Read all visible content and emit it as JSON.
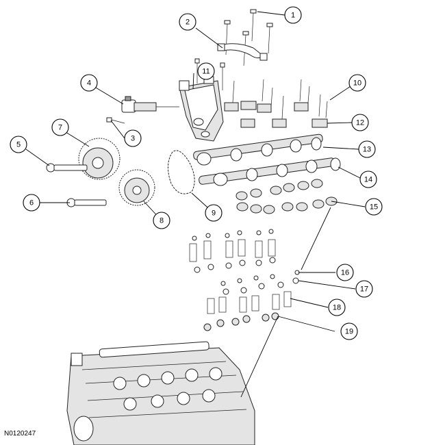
{
  "figure_id": "N0120247",
  "callouts": [
    {
      "number": "1"
    },
    {
      "number": "2"
    },
    {
      "number": "3"
    },
    {
      "number": "4"
    },
    {
      "number": "5"
    },
    {
      "number": "6"
    },
    {
      "number": "7"
    },
    {
      "number": "8"
    },
    {
      "number": "9"
    },
    {
      "number": "10"
    },
    {
      "number": "11"
    },
    {
      "number": "12"
    },
    {
      "number": "13"
    },
    {
      "number": "14"
    },
    {
      "number": "15"
    },
    {
      "number": "16"
    },
    {
      "number": "17"
    },
    {
      "number": "18"
    },
    {
      "number": "19"
    }
  ]
}
